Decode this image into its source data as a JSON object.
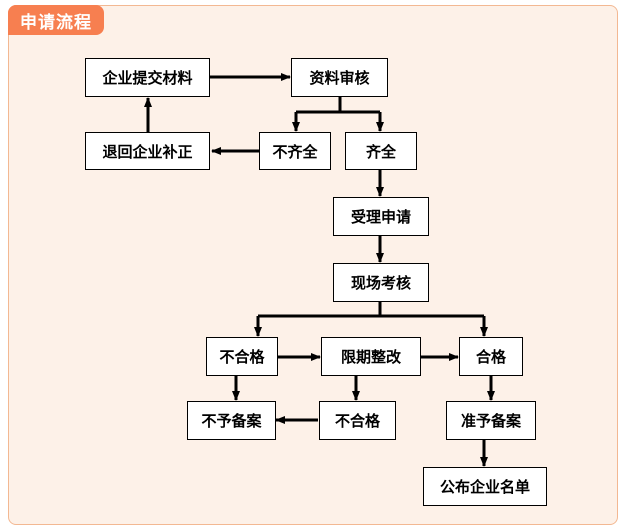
{
  "header": {
    "title": "申请流程"
  },
  "nodes": {
    "submit": "企业提交材料",
    "review": "资料审核",
    "incomplete": "不齐全",
    "complete": "齐全",
    "return": "退回企业补正",
    "accept": "受理申请",
    "inspect": "现场考核",
    "fail1": "不合格",
    "rectify": "限期整改",
    "pass": "合格",
    "reject": "不予备案",
    "fail2": "不合格",
    "approve": "准予备案",
    "publish": "公布企业名单"
  },
  "colors": {
    "accent": "#f77f50",
    "panel_bg": "#fdf1e8",
    "panel_border": "#f3b892"
  }
}
